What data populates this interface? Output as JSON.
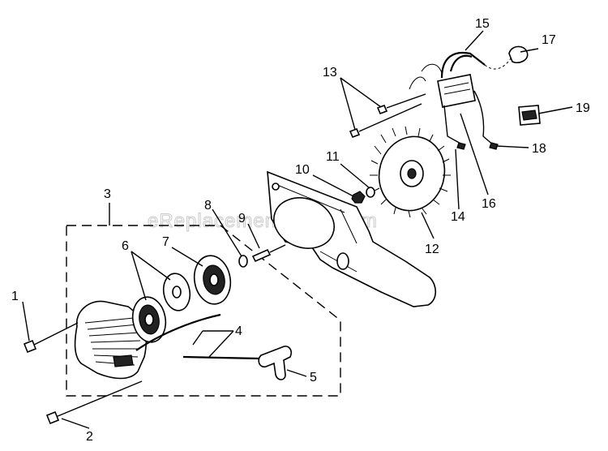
{
  "diagram": {
    "watermark": "eReplacementParts.com",
    "callouts": [
      "1",
      "2",
      "3",
      "4",
      "5",
      "6",
      "7",
      "8",
      "9",
      "10",
      "11",
      "12",
      "13",
      "14",
      "15",
      "16",
      "17",
      "18",
      "19"
    ]
  }
}
